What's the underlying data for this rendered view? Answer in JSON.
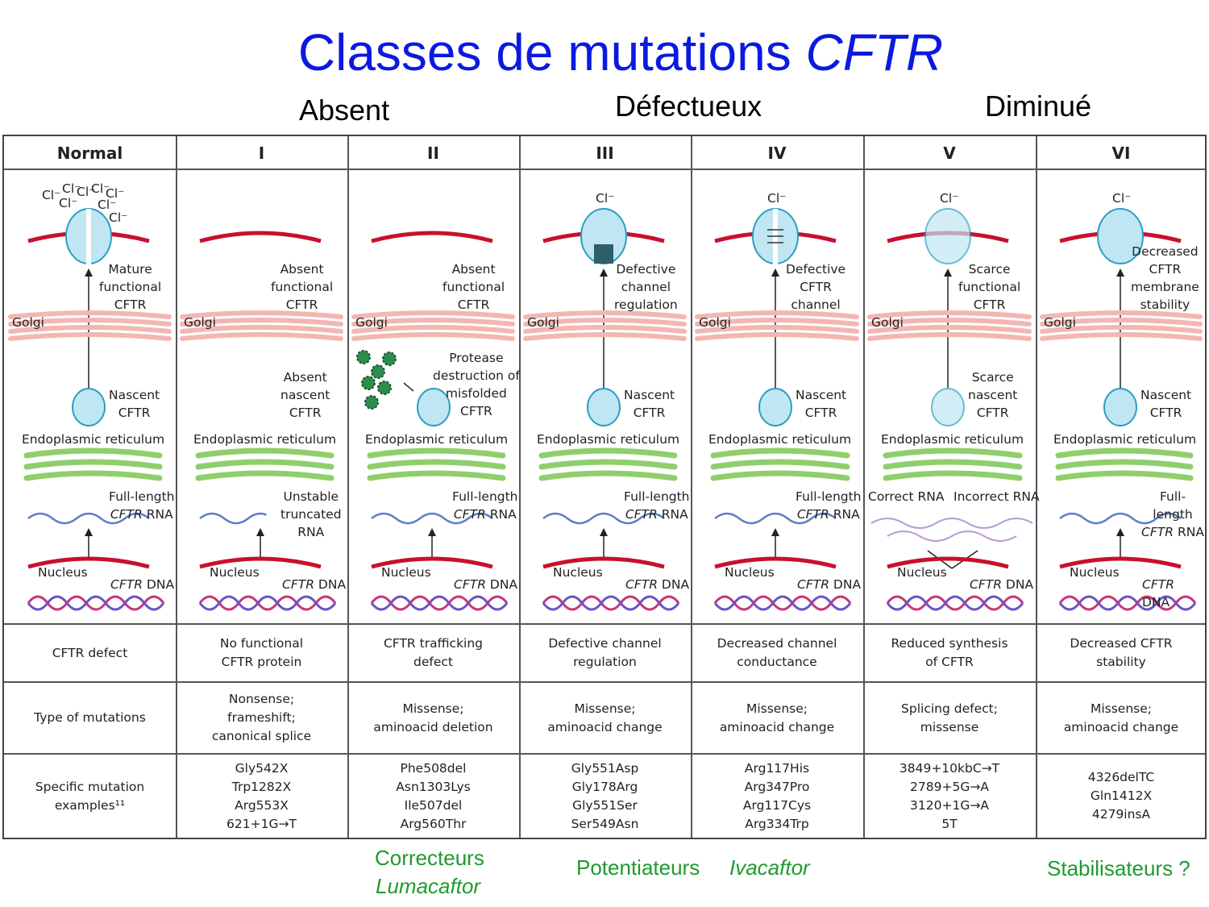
{
  "title": "Classes de mutations",
  "title_italic": "CFTR",
  "categories": {
    "absent": "Absent",
    "defectueux": "Défectueux",
    "diminue": "Diminué"
  },
  "columns": [
    "Normal",
    "I",
    "II",
    "III",
    "IV",
    "V",
    "VI"
  ],
  "common_labels": {
    "golgi": "Golgi",
    "er": "Endoplasmic reticulum",
    "nucleus": "Nucleus",
    "cftr_dna": "CFTR DNA",
    "cl": "Cl⁻"
  },
  "protein_labels": [
    "Mature\nfunctional\nCFTR",
    "Absent\nfunctional\nCFTR",
    "Absent\nfunctional\nCFTR",
    "Defective\nchannel\nregulation",
    "Defective\nCFTR\nchannel",
    "Scarce\nfunctional\nCFTR",
    "Decreased\nCFTR\nmembrane\nstability"
  ],
  "nascent_labels": [
    "Nascent\nCFTR",
    "Absent\nnascent\nCFTR",
    "Protease\ndestruction of\nmisfolded\nCFTR",
    "Nascent\nCFTR",
    "Nascent\nCFTR",
    "Scarce\nnascent\nCFTR",
    "Nascent\nCFTR"
  ],
  "rna_labels": [
    "Full-length\nCFTR RNA",
    "Unstable\ntruncated\nRNA",
    "Full-length\nCFTR RNA",
    "Full-length\nCFTR RNA",
    "Full-length\nCFTR RNA",
    "",
    "Full-length\nCFTR RNA"
  ],
  "rna_labels_v": {
    "correct": "Correct RNA",
    "incorrect": "Incorrect RNA"
  },
  "table": {
    "row_headers": [
      "CFTR defect",
      "Type of mutations",
      "Specific mutation\nexamples¹¹"
    ],
    "cftr_defect": [
      "No functional\nCFTR protein",
      "CFTR trafficking\ndefect",
      "Defective channel\nregulation",
      "Decreased channel\nconductance",
      "Reduced synthesis\nof CFTR",
      "Decreased CFTR\nstability"
    ],
    "type_of_mutations": [
      "Nonsense;\nframeshift;\ncanonical splice",
      "Missense;\naminoacid deletion",
      "Missense;\naminoacid change",
      "Missense;\naminoacid change",
      "Splicing defect;\nmissense",
      "Missense;\naminoacid change"
    ],
    "examples": [
      "Gly542X\nTrp1282X\nArg553X\n621+1G→T",
      "Phe508del\nAsn1303Lys\nIle507del\nArg560Thr",
      "Gly551Asp\nGly178Arg\nGly551Ser\nSer549Asn",
      "Arg117His\nArg347Pro\nArg117Cys\nArg334Trp",
      "3849+10kbC→T\n2789+5G→A\n3120+1G→A\n5T",
      "4326delTC\nGln1412X\n4279insA"
    ]
  },
  "drugs": {
    "correcteurs": "Correcteurs",
    "lumacaftor": "Lumacaftor",
    "potentiateurs": "Potentiateurs",
    "ivacaftor": "Ivacaftor",
    "stabilisateurs": "Stabilisateurs ?"
  },
  "colors": {
    "title": "#0a1adf",
    "drugs": "#1f9a2e",
    "membrane": "#c8102e",
    "channel": "#bfe6f2",
    "golgi": "#f3b7b2",
    "er": "#8fcf6b"
  }
}
